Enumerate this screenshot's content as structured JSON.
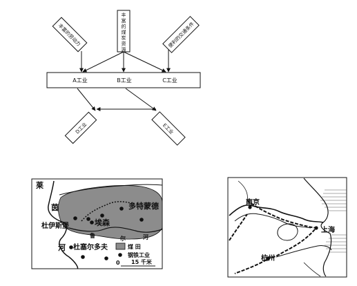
{
  "flowchart": {
    "top_left_box": "丰富的劳动力",
    "top_center_box": "丰富的煤炭资源",
    "top_right_box": "便利的交通条件",
    "middle_bar": {
      "a_label": "A工业",
      "b_label": "B工业",
      "c_label": "C工业"
    },
    "bottom_left_box": "D工业",
    "bottom_right_box": "E工业"
  },
  "ruhr_map": {
    "rhine_upper": "莱",
    "rhine_mid": "茵",
    "rhine_lower": "河",
    "city_duisburg": "杜伊斯堡",
    "city_essen": "埃森",
    "city_dortmund": "多特蒙德",
    "city_dusseldorf": "杜塞尔多夫",
    "river_ruhr": "鲁",
    "river_ruhr_suffix": "尔",
    "river_lippe": "河",
    "legend_coal": "煤 田",
    "legend_steel": "钢铁工业",
    "legend_scale_zero": "0",
    "legend_scale": "15 千米"
  },
  "yangtze_map": {
    "city_nanjing": "南京",
    "city_shanghai": "上海",
    "city_hangzhou": "杭州"
  }
}
